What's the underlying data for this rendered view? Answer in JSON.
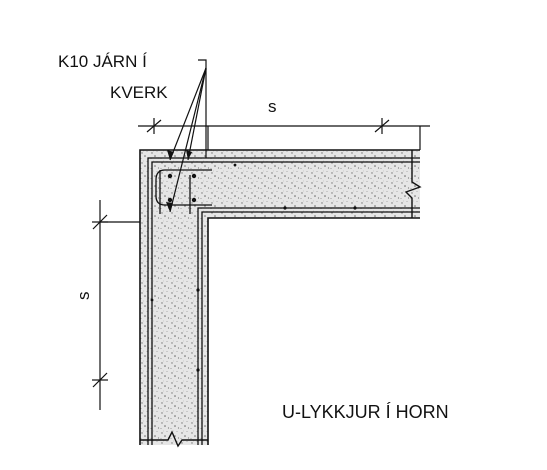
{
  "labels": {
    "rebar_note_line1": "K10 JÁRN Í",
    "rebar_note_line2": "KVERK",
    "dim_horizontal": "s",
    "dim_vertical": "s",
    "caption": "U-LYKKJUR Í HORN"
  },
  "colors": {
    "ink": "#111111",
    "concrete": "#d9d9d9",
    "background": "#ffffff"
  }
}
